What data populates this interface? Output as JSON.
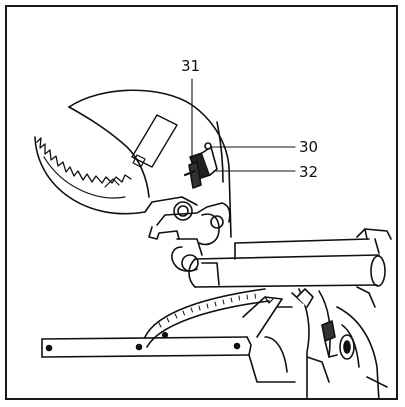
{
  "callouts": {
    "c31": "31",
    "c30": "30",
    "c32": "32"
  },
  "colors": {
    "ink": "#111111",
    "frame": "#1a1a1a",
    "background": "#ffffff"
  }
}
